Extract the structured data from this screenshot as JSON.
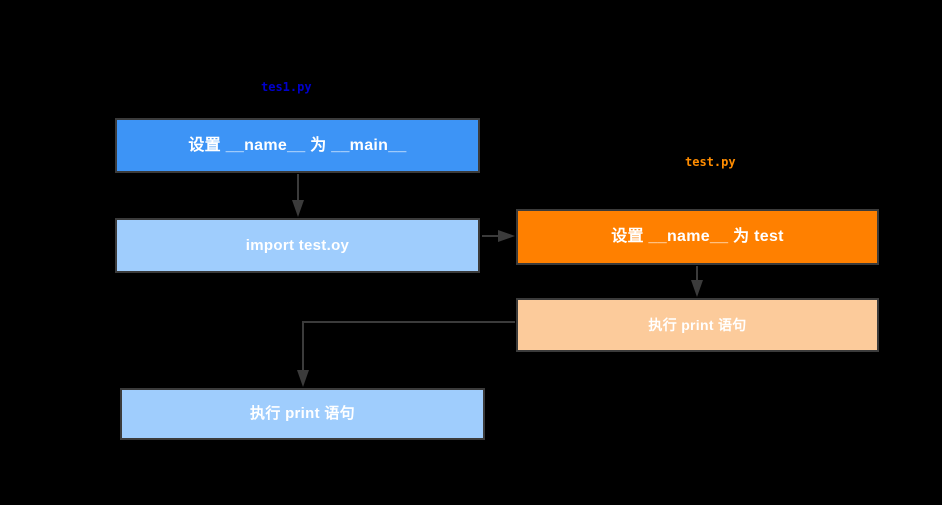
{
  "diagram": {
    "background_color": "#000000",
    "border_color": "#3b3b3b",
    "labels": [
      {
        "id": "tes1",
        "text": "tes1.py",
        "color": "#0000cc"
      },
      {
        "id": "test",
        "text": "test.py",
        "color": "#ff8c00"
      }
    ],
    "nodes": [
      {
        "id": "set-main",
        "text": "设置 __name__ 为 __main__",
        "fill": "#3d94f6",
        "text_color": "#ffffff",
        "group": "tes1.py"
      },
      {
        "id": "import",
        "text": "import test.oy",
        "fill": "#9fcdfd",
        "text_color": "#ffffff",
        "group": "tes1.py"
      },
      {
        "id": "set-test",
        "text": "设置 __name__ 为 test",
        "fill": "#ff8000",
        "text_color": "#ffffff",
        "group": "test.py"
      },
      {
        "id": "print-test",
        "text": "执行 print 语句",
        "fill": "#fccb9b",
        "text_color": "#ffffff",
        "group": "test.py"
      },
      {
        "id": "print-main",
        "text": "执行 print 语句",
        "fill": "#9fcdfd",
        "text_color": "#ffffff",
        "group": "tes1.py"
      }
    ],
    "edges": [
      {
        "id": "e1",
        "from": "set-main",
        "to": "import",
        "style": "straight-down"
      },
      {
        "id": "e2",
        "from": "import",
        "to": "set-test",
        "style": "straight-right"
      },
      {
        "id": "e3",
        "from": "set-test",
        "to": "print-test",
        "style": "straight-down"
      },
      {
        "id": "e4",
        "from": "print-test",
        "to": "print-main",
        "style": "elbow-left-down"
      }
    ]
  }
}
